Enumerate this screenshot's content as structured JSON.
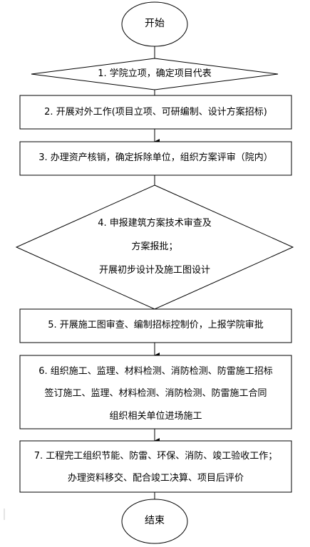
{
  "flowchart": {
    "start": "开始",
    "step1": "1. 学院立项，确定项目代表",
    "step2": "2. 开展对外工作(项目立项、可研编制、设计方案招标)",
    "step3": "3. 办理资产核销，确定拆除单位，组织方案评审（院内）",
    "step4": {
      "line1": "4. 申报建筑方案技术审查及",
      "line2": "方案报批；",
      "line3": "开展初步设计及施工图设计"
    },
    "step5": "5. 开展施工图审查、编制招标控制价，上报学院审批",
    "step6": {
      "line1": "6. 组织施工、监理、材料检测、消防检测、防雷施工招标",
      "line2": "签订施工、监理、材料检测、消防检测、防雷施工合同",
      "line3": "组织相关单位进场施工"
    },
    "step7": {
      "line1": "7. 工程完工组织节能、防雷、环保、消防、竣工验收工作；",
      "line2": "办理资料移交、配合竣工决算、项目后评价"
    },
    "end": "结束"
  }
}
